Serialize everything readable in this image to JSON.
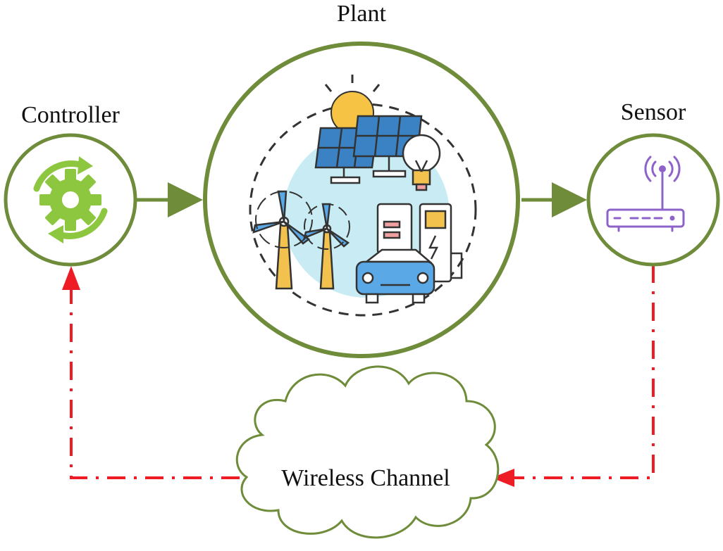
{
  "labels": {
    "plant": "Plant",
    "controller": "Controller",
    "sensor": "Sensor",
    "channel": "Wireless Channel"
  },
  "colors": {
    "node_ring": "#6e8c3a",
    "flow_arrow": "#6e8c3a",
    "feedback_link": "#ee1c24",
    "gear": "#8dc63f",
    "router": "#8e63c9",
    "sun": "#f6c344",
    "panel": "#3b82c4",
    "car": "#5aa9e6",
    "turbine": "#f2c14e",
    "bg_blob": "#c9ecf4"
  },
  "icons": {
    "controller": "gear-refresh-icon",
    "sensor": "wifi-router-icon",
    "plant": "renewable-energy-icon"
  }
}
